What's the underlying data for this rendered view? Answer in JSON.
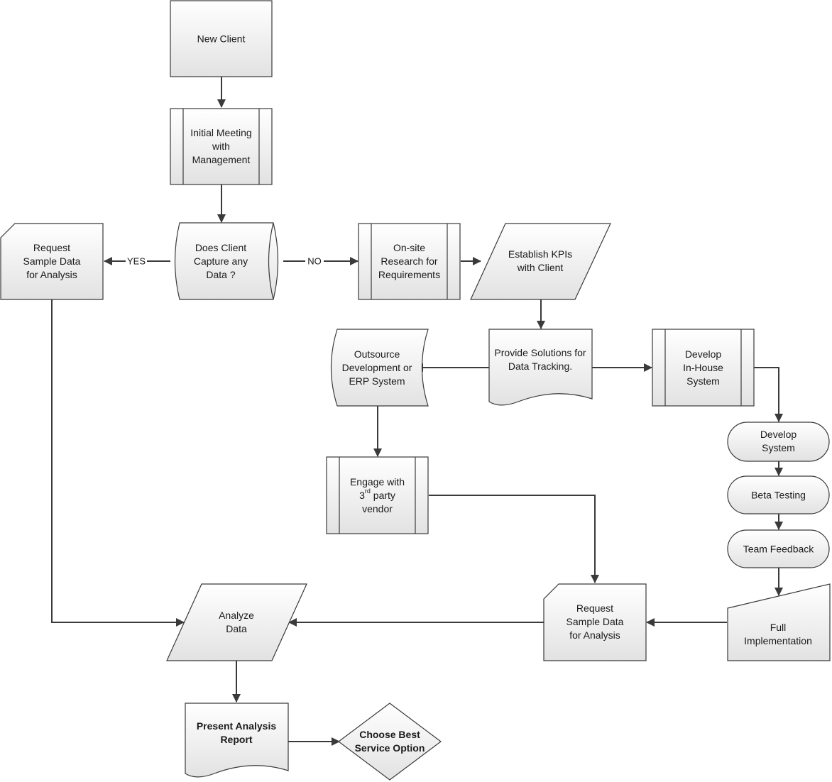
{
  "nodes": {
    "new_client": {
      "lines": [
        "New Client"
      ]
    },
    "initial_meeting": {
      "lines": [
        "Initial Meeting",
        "with",
        "Management"
      ]
    },
    "capture_data": {
      "lines": [
        "Does Client",
        "Capture any",
        "Data ?"
      ]
    },
    "request_sample_left": {
      "lines": [
        "Request",
        "Sample Data",
        "for Analysis"
      ]
    },
    "onsite_research": {
      "lines": [
        "On-site",
        "Research for",
        "Requirements"
      ]
    },
    "establish_kpis": {
      "lines": [
        "Establish KPIs",
        "with Client"
      ]
    },
    "provide_solutions": {
      "lines": [
        "Provide Solutions for",
        "Data Tracking."
      ]
    },
    "outsource": {
      "lines": [
        "Outsource",
        "Development or",
        "ERP System"
      ]
    },
    "develop_inhouse": {
      "lines": [
        "Develop",
        "In-House",
        "System"
      ]
    },
    "develop_system": {
      "lines": [
        "Develop",
        "System"
      ]
    },
    "beta_testing": {
      "lines": [
        "Beta Testing"
      ]
    },
    "team_feedback": {
      "lines": [
        "Team Feedback"
      ]
    },
    "engage_vendor": {
      "line1": "Engage with",
      "line2_pre": "3",
      "line2_sup": "rd",
      "line2_post": " party",
      "line3": "vendor"
    },
    "full_implementation": {
      "lines": [
        "Full",
        "Implementation"
      ]
    },
    "request_sample_right": {
      "lines": [
        "Request",
        "Sample Data",
        "for Analysis"
      ]
    },
    "analyze_data": {
      "lines": [
        "Analyze",
        "Data"
      ]
    },
    "present_report": {
      "lines": [
        "Present Analysis",
        "Report"
      ]
    },
    "choose_option": {
      "lines": [
        "Choose Best",
        "Service Option"
      ]
    }
  },
  "edge_labels": {
    "yes": "YES",
    "no": "NO"
  },
  "colors": {
    "fill_top": "#ffffff",
    "fill_bottom": "#e4e4e4",
    "stroke": "#3a3a3a",
    "text": "#1a1a1a"
  }
}
